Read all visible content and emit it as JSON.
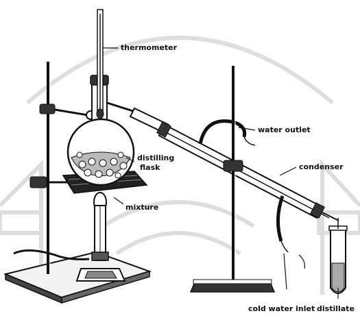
{
  "labels": {
    "thermometer": "thermometer",
    "water_outlet": "water outlet",
    "condenser": "condenser",
    "distilling_flask_line1": "distilling",
    "distilling_flask_line2": "flask",
    "mixture": "mixture",
    "cold_water_inlet": "cold water inlet",
    "distillate": "distillate"
  },
  "colors": {
    "ink": "#111111",
    "watermark": "#c8c8c8",
    "background": "#ffffff"
  },
  "icons": {
    "watermark": "seal-watermark"
  }
}
